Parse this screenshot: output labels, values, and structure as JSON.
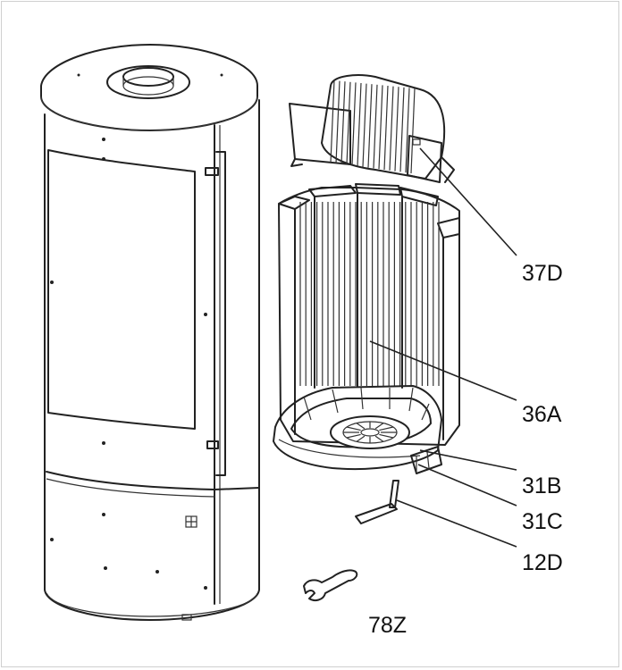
{
  "diagram": {
    "highlight_color": "#ff0000",
    "labels": {
      "l37d": "37D",
      "l36a": "36A",
      "l31b": "31B",
      "l31c": "31C",
      "l12d": "12D",
      "l78z": "78Z"
    }
  }
}
